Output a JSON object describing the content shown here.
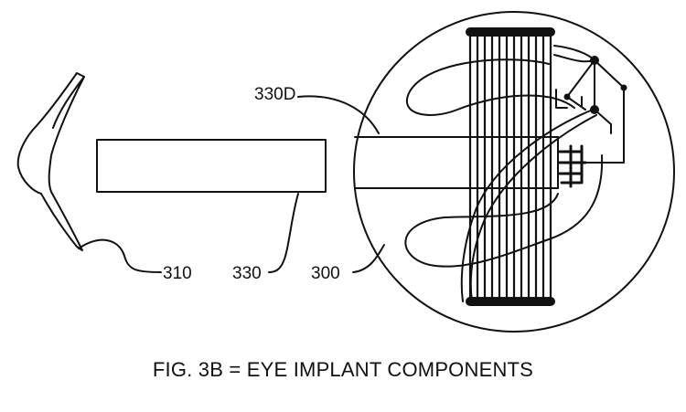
{
  "labels": {
    "lens": "310",
    "connector": "330",
    "implant": "300",
    "cable_tail": "330D"
  },
  "caption": "FIG. 3B = EYE IMPLANT COMPONENTS",
  "colors": {
    "ink": "#111111",
    "background": "#ffffff"
  }
}
